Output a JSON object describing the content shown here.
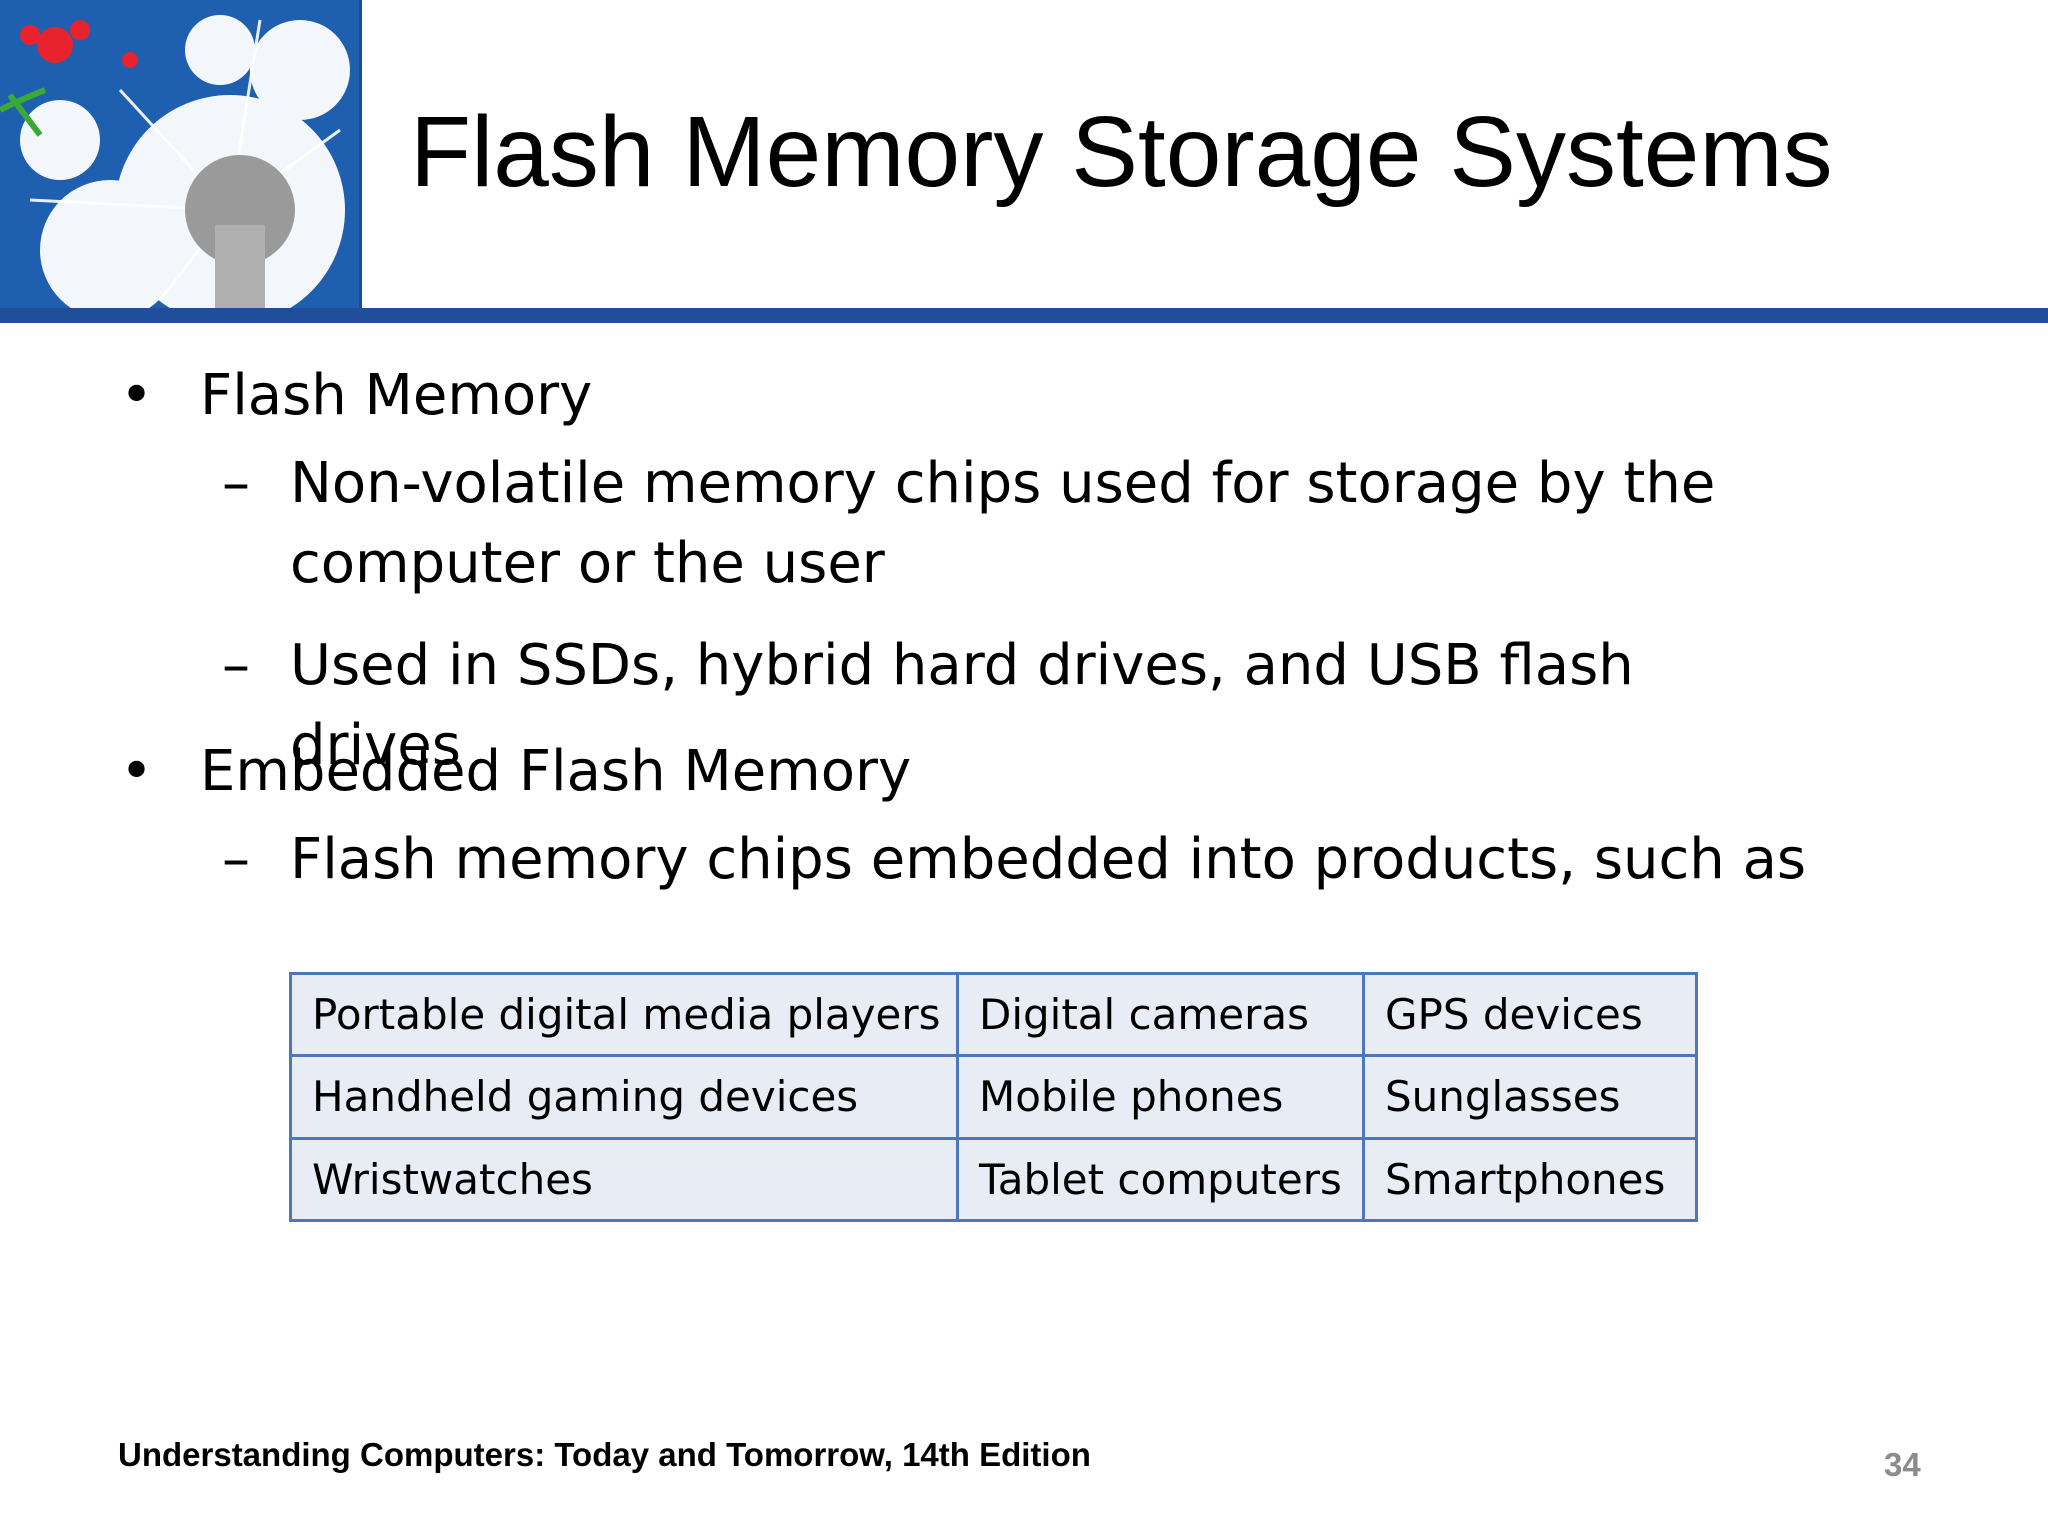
{
  "slide": {
    "title": "Flash Memory Storage Systems",
    "bullets": [
      {
        "text": "Flash Memory",
        "subs": [
          "Non-volatile memory chips used for storage by the computer or the user",
          "Used in SSDs, hybrid hard drives, and USB flash drives"
        ]
      },
      {
        "text": "Embedded Flash Memory",
        "subs": [
          "Flash memory chips embedded into products, such as"
        ]
      }
    ],
    "bullet_symbol": "•",
    "sub_symbol": "–",
    "table": [
      [
        "Portable digital media players",
        "Digital cameras",
        "GPS devices"
      ],
      [
        "Handheld gaming devices",
        "Mobile phones",
        "Sunglasses"
      ],
      [
        "Wristwatches",
        "Tablet computers",
        "Smartphones"
      ]
    ],
    "footer": "Understanding Computers: Today and Tomorrow, 14th Edition",
    "page_number": "34"
  },
  "colors": {
    "header_blue": "#1f4e9a",
    "logo_blue": "#1f5fb0",
    "table_border": "#4a78b8",
    "table_fill": "#e8ecf5",
    "page_number_gray": "#8c8c8c"
  },
  "icons": {
    "logo": "dandelion-logo-icon"
  }
}
